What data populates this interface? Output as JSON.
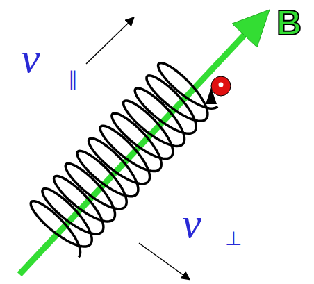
{
  "diagram": {
    "labels": [
      "v",
      "∥",
      "v",
      "⊥",
      "B"
    ]
  }
}
